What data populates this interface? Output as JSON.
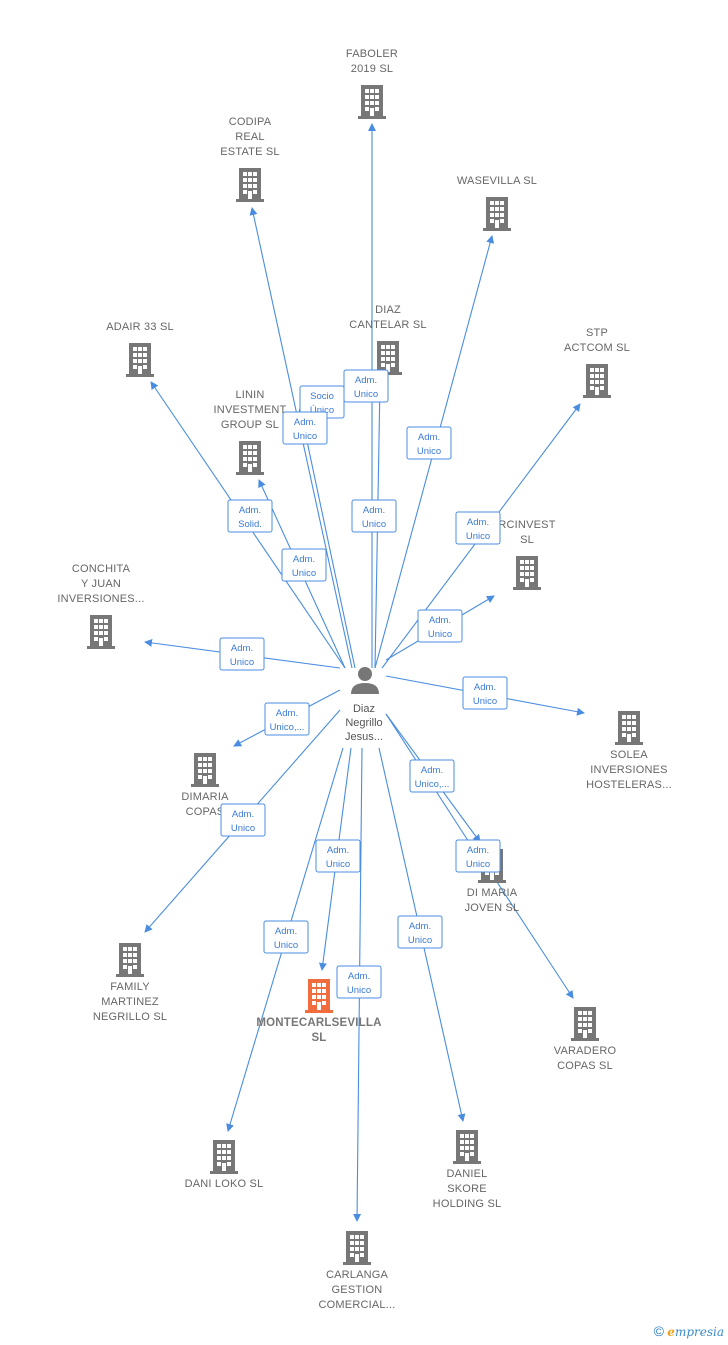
{
  "center": {
    "label_lines": [
      "Diaz",
      "Negrillo",
      "Jesus..."
    ],
    "icon": "person-icon"
  },
  "colors": {
    "edge": "#4a8de0",
    "building": "#777777",
    "highlight": "#f26d3d",
    "label": "#666666"
  },
  "nodes": [
    {
      "id": "faboler",
      "lines": [
        "FABOLER",
        "2019  SL"
      ]
    },
    {
      "id": "codipa",
      "lines": [
        "CODIPA",
        "REAL",
        "ESTATE  SL"
      ]
    },
    {
      "id": "wasevilla",
      "lines": [
        "WASEVILLA  SL"
      ]
    },
    {
      "id": "diaz-cantelar",
      "lines": [
        "DIAZ",
        "CANTELAR  SL"
      ]
    },
    {
      "id": "adair",
      "lines": [
        "ADAIR 33 SL"
      ]
    },
    {
      "id": "stp",
      "lines": [
        "STP",
        "ACTCOM  SL"
      ]
    },
    {
      "id": "linin",
      "lines": [
        "LININ",
        "INVESTMENT",
        "GROUP  SL"
      ]
    },
    {
      "id": "rcinvest",
      "lines": [
        "RCINVEST",
        "SL"
      ]
    },
    {
      "id": "conchita",
      "lines": [
        "CONCHITA",
        "Y JUAN",
        "INVERSIONES..."
      ]
    },
    {
      "id": "solea",
      "lines": [
        "SOLEA",
        "INVERSIONES",
        "HOSTELERAS..."
      ]
    },
    {
      "id": "dimaria",
      "lines": [
        "DIMARIA",
        "COPAS"
      ]
    },
    {
      "id": "di-maria-joven",
      "lines": [
        "DI MARIA",
        "JOVEN SL"
      ]
    },
    {
      "id": "family",
      "lines": [
        "FAMILY",
        "MARTINEZ",
        "NEGRILLO  SL"
      ]
    },
    {
      "id": "montecarl",
      "lines": [
        "MONTECARLSEVILLA",
        "SL"
      ],
      "highlight": true
    },
    {
      "id": "varadero",
      "lines": [
        "VARADERO",
        "COPAS SL"
      ]
    },
    {
      "id": "dani-loko",
      "lines": [
        "DANI LOKO  SL"
      ]
    },
    {
      "id": "daniel",
      "lines": [
        "DANIEL",
        "SKORE",
        "HOLDING  SL"
      ]
    },
    {
      "id": "carlanga",
      "lines": [
        "CARLANGA",
        "GESTION",
        "COMERCIAL..."
      ]
    }
  ],
  "edges": [
    {
      "to": "faboler",
      "role_lines": [
        "Adm.",
        "Unico"
      ]
    },
    {
      "to": "codipa",
      "role_lines": [
        "Socio",
        "Único"
      ]
    },
    {
      "to": "codipa",
      "role_lines": [
        "Adm.",
        "Unico"
      ]
    },
    {
      "to": "wasevilla",
      "role_lines": [
        "Adm.",
        "Unico"
      ]
    },
    {
      "to": "diaz-cantelar",
      "role_lines": [
        "Adm.",
        "Unico"
      ]
    },
    {
      "to": "adair",
      "role_lines": [
        "Adm.",
        "Solid."
      ]
    },
    {
      "to": "stp",
      "role_lines": [
        "Adm.",
        "Unico"
      ]
    },
    {
      "to": "linin",
      "role_lines": [
        "Adm.",
        "Unico"
      ]
    },
    {
      "to": "rcinvest",
      "role_lines": [
        "Adm.",
        "Unico"
      ]
    },
    {
      "to": "conchita",
      "role_lines": [
        "Adm.",
        "Unico"
      ]
    },
    {
      "to": "solea",
      "role_lines": [
        "Adm.",
        "Unico"
      ]
    },
    {
      "to": "dimaria",
      "role_lines": [
        "Adm.",
        "Unico,..."
      ]
    },
    {
      "to": "di-maria-joven",
      "role_lines": [
        "Adm.",
        "Unico,..."
      ]
    },
    {
      "to": "di-maria-joven",
      "role_lines": [
        "Adm.",
        "Unico"
      ]
    },
    {
      "to": "family",
      "role_lines": [
        "Adm.",
        "Unico"
      ]
    },
    {
      "to": "montecarl",
      "role_lines": [
        "Adm.",
        "Unico"
      ]
    },
    {
      "to": "carlanga",
      "role_lines": [
        "Adm.",
        "Unico"
      ]
    },
    {
      "to": "dani-loko",
      "role_lines": [
        "Adm.",
        "Unico"
      ]
    },
    {
      "to": "daniel",
      "role_lines": [
        "Adm.",
        "Unico"
      ]
    },
    {
      "to": "varadero",
      "role_lines": []
    }
  ],
  "footer": {
    "copyright": "©",
    "brand_initial": "e",
    "brand_rest": "mpresia"
  }
}
